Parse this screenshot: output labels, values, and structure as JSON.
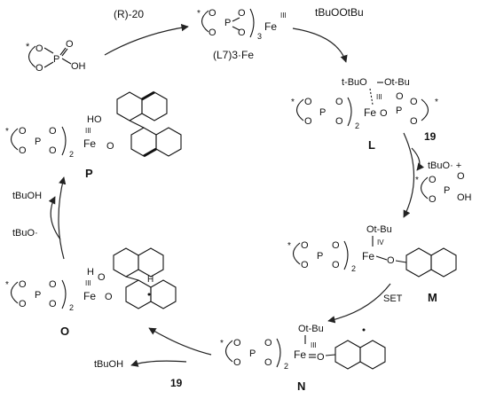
{
  "labels": {
    "r20": "(R)-20",
    "catalyst": "(L7)3·Fe",
    "tbuootbu": "tBuOOtBu",
    "L": "L",
    "reagent19_a": "19",
    "tbuo_plus": "tBuO· +",
    "M": "M",
    "SET": "SET",
    "N": "N",
    "reagent19_b": "19",
    "tbuoh_bottom": "tBuOH",
    "O": "O",
    "tbuoh_left": "tBuOH",
    "tbuo_left": "tBuO·",
    "P": "P"
  },
  "atoms": {
    "fe": "Fe",
    "p": "P",
    "o": "O",
    "oh": "OH",
    "h": "H",
    "ho": "HO",
    "star": "*",
    "ox3": "III",
    "ox4": "IV",
    "sub2": "2",
    "sub3": "3",
    "ot_bu": "Ot-Bu",
    "t_bu_o": "t-BuO",
    "ot_bu_peroxo": "Ot-Bu",
    "plus": "+"
  }
}
